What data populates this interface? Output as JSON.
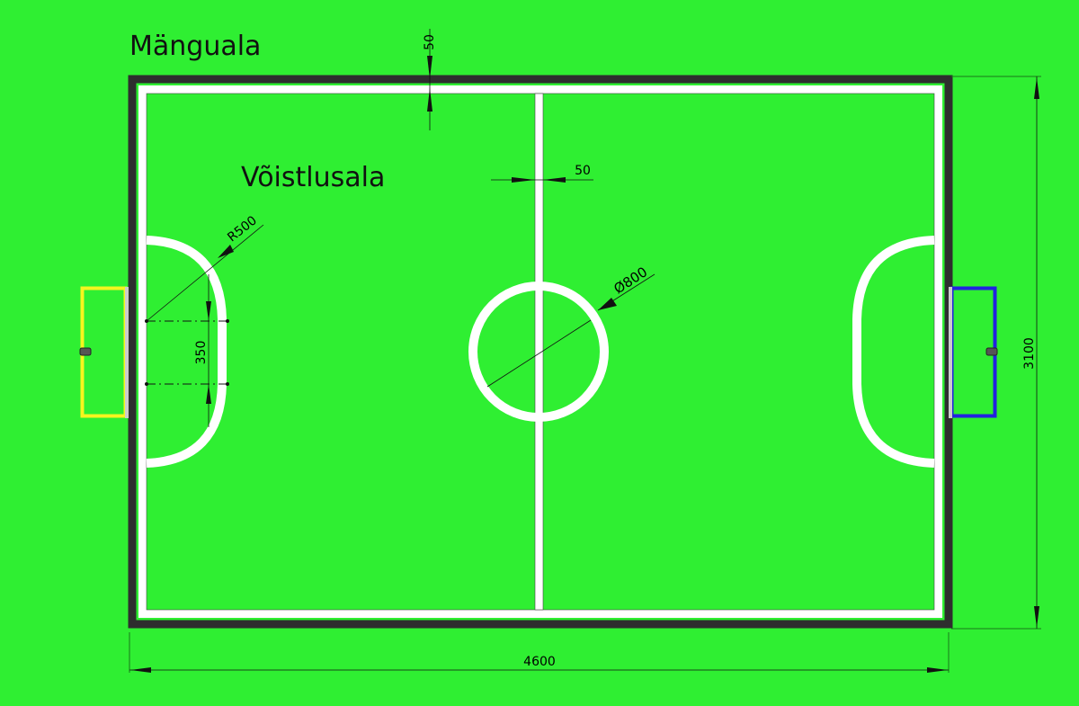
{
  "labels": {
    "play_area": "Mänguala",
    "competition_area": "Võistlusala"
  },
  "dimensions": {
    "border_width": "50",
    "line_width": "50",
    "goal_area_radius": "R500",
    "goal_area_straight": "350",
    "center_circle_diameter": "Ø800",
    "field_length": "4600",
    "field_width": "3100"
  },
  "colors": {
    "background": "#2fef32",
    "frame": "#2e2e2e",
    "lines": "#ffffff",
    "goal_left": "#f5f51e",
    "goal_right": "#2222e0"
  }
}
